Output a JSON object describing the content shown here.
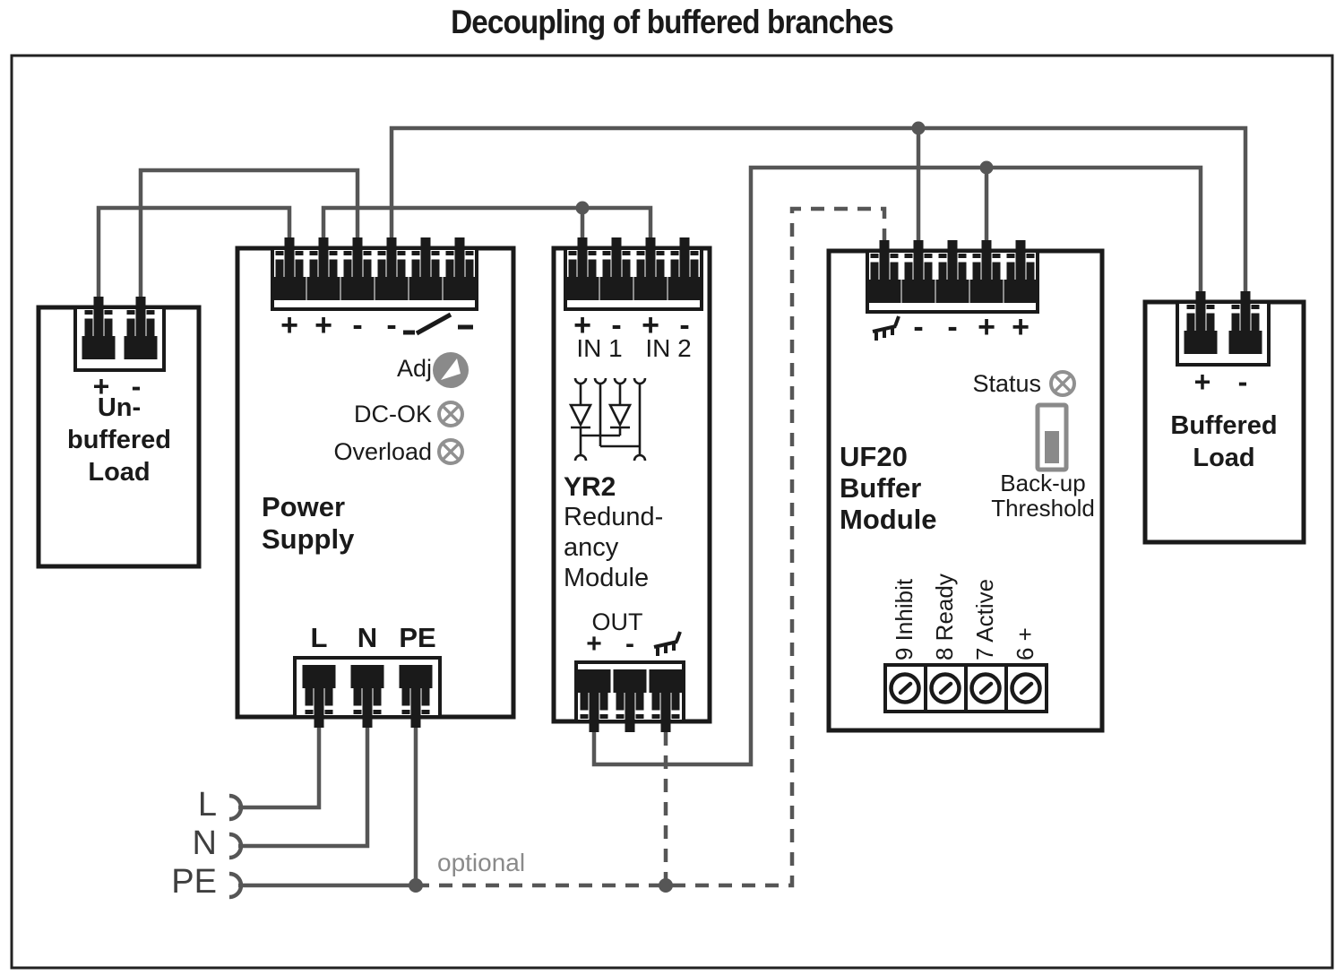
{
  "title": "Decoupling of buffered branches",
  "colors": {
    "ink": "#1a1a1a",
    "wire": "#565656",
    "gray": "#8a8a8a",
    "led": "#909090",
    "bg": "#ffffff"
  },
  "unbuffered_load": {
    "plus": "+",
    "minus": "-",
    "name_line1": "Un-",
    "name_line2": "buffered",
    "name_line3": "Load"
  },
  "buffered_load": {
    "plus": "+",
    "minus": "-",
    "name_line1": "Buffered",
    "name_line2": "Load"
  },
  "power_supply": {
    "terminal_plus1": "+",
    "terminal_plus2": "+",
    "terminal_minus1": "-",
    "terminal_minus2": "-",
    "adj": "Adj",
    "dc_ok": "DC-OK",
    "overload": "Overload",
    "name_line1": "Power",
    "name_line2": "Supply",
    "input_l": "L",
    "input_n": "N",
    "input_pe": "PE"
  },
  "yr2": {
    "in1_plus": "+",
    "in1_minus": "-",
    "in2_plus": "+",
    "in2_minus": "-",
    "in1": "IN 1",
    "in2": "IN 2",
    "model": "YR2",
    "name_line1": "Redund-",
    "name_line2": "ancy",
    "name_line3": "Module",
    "out": "OUT",
    "out_plus": "+",
    "out_minus": "-"
  },
  "uf20": {
    "minus1": "-",
    "minus2": "-",
    "plus1": "+",
    "plus2": "+",
    "status": "Status",
    "model": "UF20",
    "name_line1": "Buffer",
    "name_line2": "Module",
    "backup_line1": "Back-up",
    "backup_line2": "Threshold",
    "pin9": "9 Inhibit",
    "pin8": "8 Ready",
    "pin7": "7 Active",
    "pin6": "6 +"
  },
  "mains": {
    "l": "L",
    "n": "N",
    "pe": "PE",
    "optional": "optional"
  }
}
